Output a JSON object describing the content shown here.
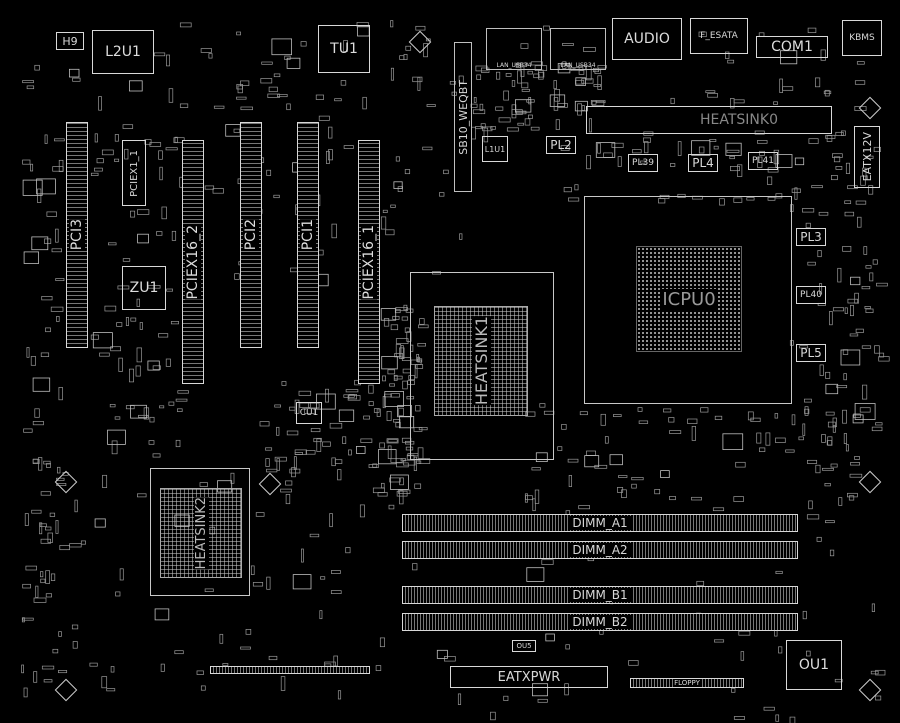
{
  "board": {
    "top_row": {
      "h9": "H9",
      "l2u1": "L2U1",
      "tu1": "TU1",
      "audio": "AUDIO",
      "f_esata": "F_ESATA",
      "com1": "COM1",
      "kbms": "KBMS"
    },
    "slots": {
      "pci3": "PCI3",
      "pciex1_1": "PCIEX1_1",
      "pciex16_2": "PCIEX16_2",
      "pci2": "PCI2",
      "pci1": "PCI1",
      "pciex16_1": "PCIEX16_1"
    },
    "chips": {
      "zu1": "ZU1",
      "cu1": "CU1",
      "ou1": "OU1",
      "ou5": "OU5",
      "l1u1": "L1U1"
    },
    "heatsinks": {
      "heatsink0": "HEATSINK0",
      "heatsink1": "HEATSINK1",
      "heatsink2": "HEATSINK2"
    },
    "cpu": "ICPU0",
    "power": {
      "pl2": "PL2",
      "pl3": "PL3",
      "pl4": "PL4",
      "pl5": "PL5",
      "pl39": "PL39",
      "pl40": "PL40",
      "pl41": "PL41",
      "eatx12v": "EATX12V",
      "eatxpwr": "EATXPWR"
    },
    "dimms": {
      "a1": "DIMM_A1",
      "a2": "DIMM_A2",
      "b1": "DIMM_B1",
      "b2": "DIMM_B2"
    },
    "misc": {
      "usb_lan": "LAN_USB34",
      "bios": "SB10_WEQBT",
      "floppy": "FLOPPY"
    }
  }
}
